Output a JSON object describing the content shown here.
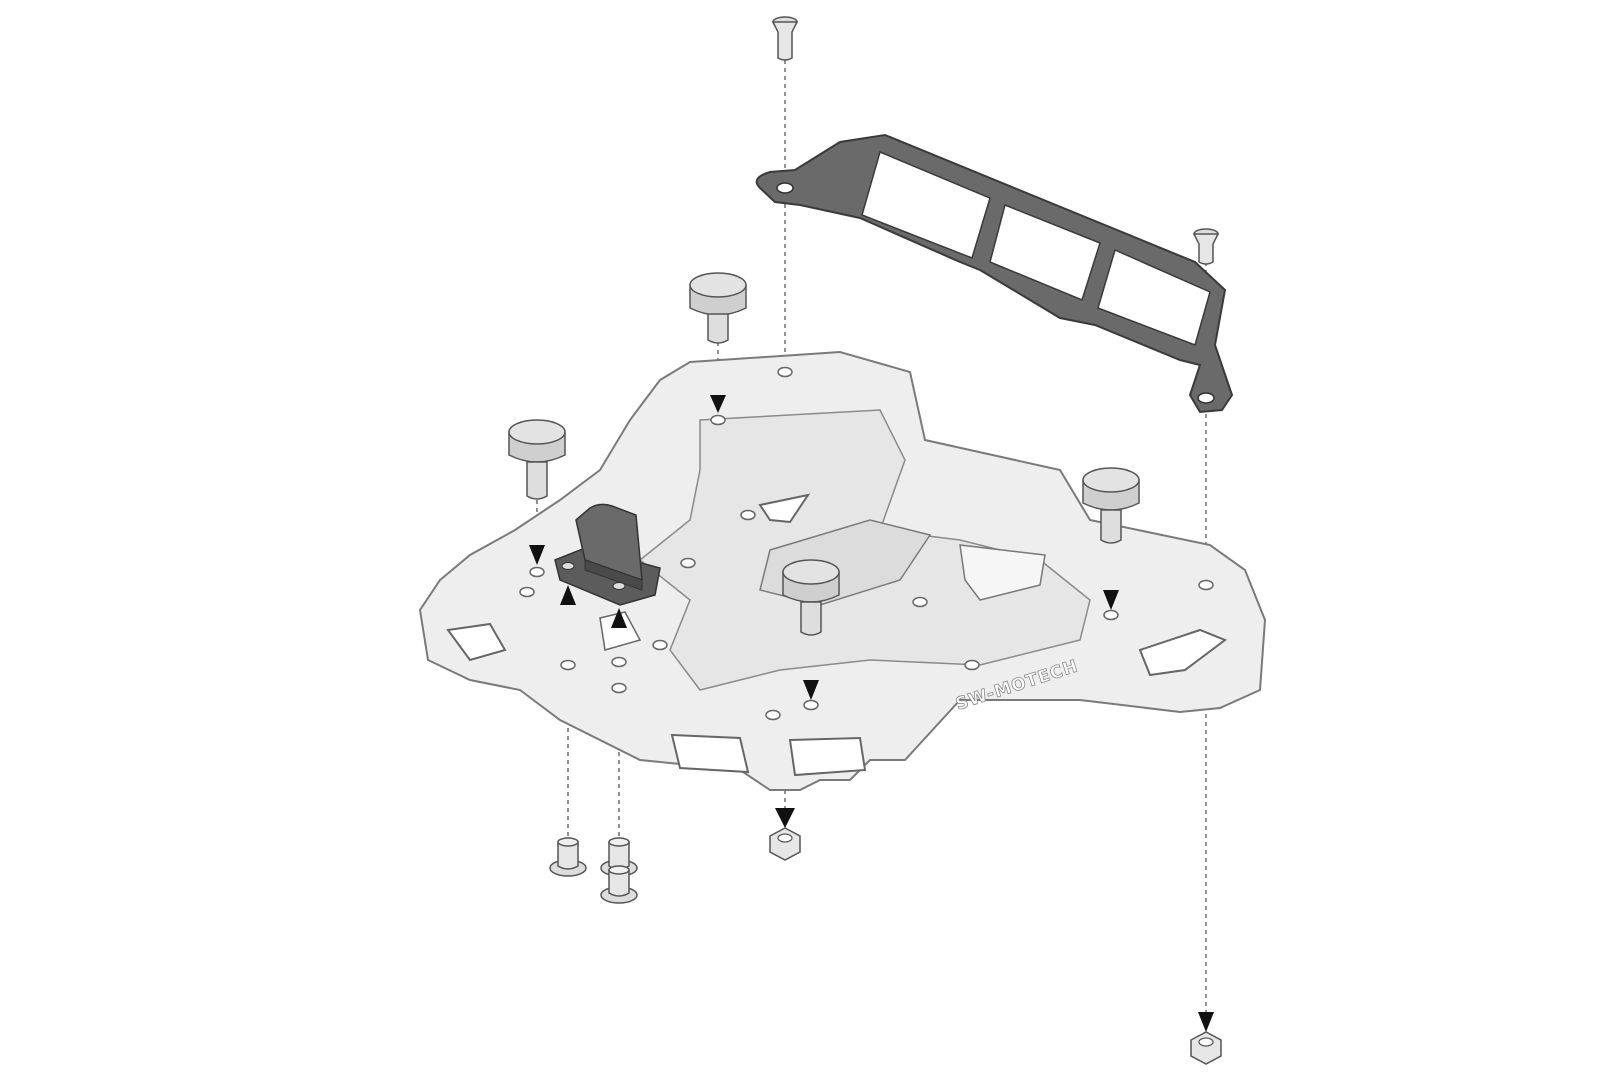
{
  "diagram": {
    "brand_text": "SW-MOTECH",
    "colors": {
      "background": "#ffffff",
      "plate_fill": "#eeeeee",
      "plate_stroke": "#7a7a7a",
      "bracket_fill": "#6a6a6a",
      "bracket_stroke": "#3a3a3a",
      "lock_fill": "#5c5c5c",
      "knob_fill": "#cfcfcf",
      "arrow": "#111111",
      "guide_line": "#555555"
    },
    "parts": [
      {
        "id": "rack-plate",
        "icon": "rack-plate-icon"
      },
      {
        "id": "support-bracket",
        "icon": "bracket-icon"
      },
      {
        "id": "lock-block",
        "icon": "lock-icon"
      },
      {
        "id": "rubber-knob",
        "icon": "knob-icon",
        "count": 4
      },
      {
        "id": "countersunk-screw",
        "icon": "screw-icon",
        "count": 2
      },
      {
        "id": "flange-bolt",
        "icon": "bolt-icon",
        "count": 3
      },
      {
        "id": "hex-nut",
        "icon": "nut-icon",
        "count": 2
      }
    ]
  }
}
